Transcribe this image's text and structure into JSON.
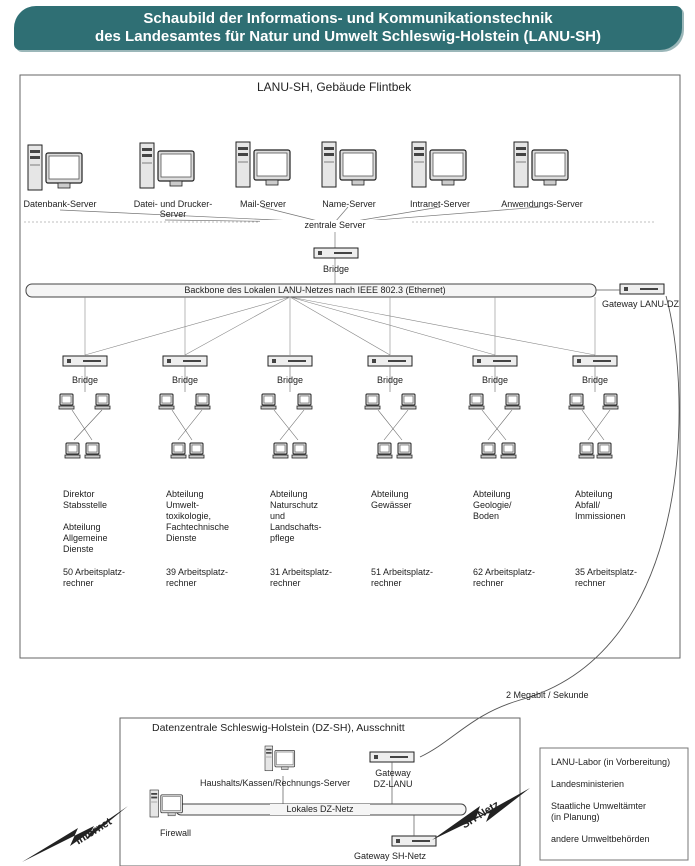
{
  "title": {
    "line1": "Schaubild der Informations- und Kommunikationstechnik",
    "line2": "des Landesamtes für Natur und Umwelt Schleswig-Holstein (LANU-SH)"
  },
  "building": {
    "label": "LANU-SH, Gebäude Flintbek",
    "servers": [
      {
        "label": "Datenbank-Server"
      },
      {
        "label": "Datei- und Drucker-",
        "label2": "Server"
      },
      {
        "label": "Mail-Server"
      },
      {
        "label": "Name-Server"
      },
      {
        "label": "Intranet-Server"
      },
      {
        "label": "Anwendungs-Server"
      }
    ],
    "central_label": "zentrale Server",
    "bridge_label": "Bridge",
    "backbone_label": "Backbone des Lokalen LANU-Netzes nach IEEE 802.3 (Ethernet)",
    "gateway_label": "Gateway LANU-DZ"
  },
  "departments": [
    {
      "bridge": "Bridge",
      "lines": [
        "Direktor",
        "Stabsstelle",
        "",
        "Abteilung",
        "Allgemeine",
        "Dienste"
      ],
      "count": "50 Arbeitsplatz-",
      "count2": "rechner"
    },
    {
      "bridge": "Bridge",
      "lines": [
        "Abteilung",
        "Umwelt-",
        "toxikologie,",
        "Fachtechnische",
        "Dienste"
      ],
      "count": "39 Arbeitsplatz-",
      "count2": "rechner"
    },
    {
      "bridge": "Bridge",
      "lines": [
        "Abteilung",
        "Naturschutz",
        "und",
        "Landschafts-",
        "pflege"
      ],
      "count": "31 Arbeitsplatz-",
      "count2": "rechner"
    },
    {
      "bridge": "Bridge",
      "lines": [
        "Abteilung",
        "Gewässer"
      ],
      "count": "51 Arbeitsplatz-",
      "count2": "rechner"
    },
    {
      "bridge": "Bridge",
      "lines": [
        "Abteilung",
        "Geologie/",
        "Boden"
      ],
      "count": "62 Arbeitsplatz-",
      "count2": "rechner"
    },
    {
      "bridge": "Bridge",
      "lines": [
        "Abteilung",
        "Abfall/",
        "Immissionen"
      ],
      "count": "35 Arbeitsplatz-",
      "count2": "rechner"
    }
  ],
  "link_label": "2 Megabit / Sekunde",
  "dz": {
    "label": "Datenzentrale Schleswig-Holstein (DZ-SH), Ausschnitt",
    "server_label": "Haushalts/Kassen/Rechnungs-Server",
    "gateway_lanu": "Gateway",
    "gateway_lanu2": "DZ-LANU",
    "net_label": "Lokales DZ-Netz",
    "firewall": "Firewall",
    "gateway_sh": "Gateway SH-Netz"
  },
  "internet_label": "Internet",
  "sh_netz_label": "SH-Netz",
  "legend": [
    "LANU-Labor (in Vorbereitung)",
    "Landesministerien",
    "Staatliche Umweltämter",
    "(in Planung)",
    "andere Umweltbehörden"
  ]
}
